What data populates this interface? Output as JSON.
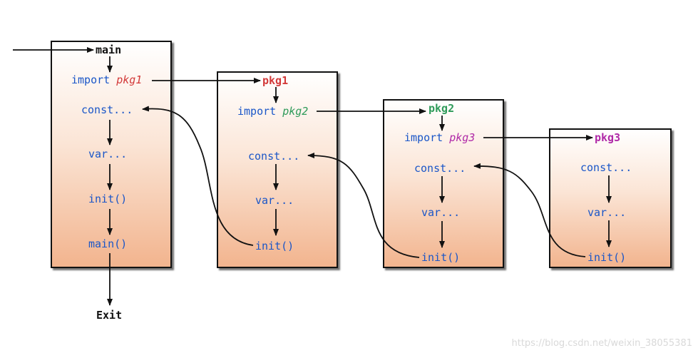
{
  "main": {
    "title": "main",
    "import_kw": "import",
    "import_pkg": "pkg1",
    "const": "const...",
    "var": "var...",
    "init": "init()",
    "main_fn": "main()",
    "exit": "Exit"
  },
  "pkg1": {
    "title": "pkg1",
    "import_kw": "import",
    "import_pkg": "pkg2",
    "const": "const...",
    "var": "var...",
    "init": "init()"
  },
  "pkg2": {
    "title": "pkg2",
    "import_kw": "import",
    "import_pkg": "pkg3",
    "const": "const...",
    "var": "var...",
    "init": "init()"
  },
  "pkg3": {
    "title": "pkg3",
    "const": "const...",
    "var": "var...",
    "init": "init()"
  },
  "colors": {
    "keyword": "#1a56c8",
    "pkg1": "#d33a3a",
    "pkg2": "#2f9b5a",
    "pkg3": "#b02aa8",
    "box_top": "#ffffff",
    "box_bottom": "#f2b48e"
  },
  "watermark": "https://blog.csdn.net/weixin_38055381"
}
